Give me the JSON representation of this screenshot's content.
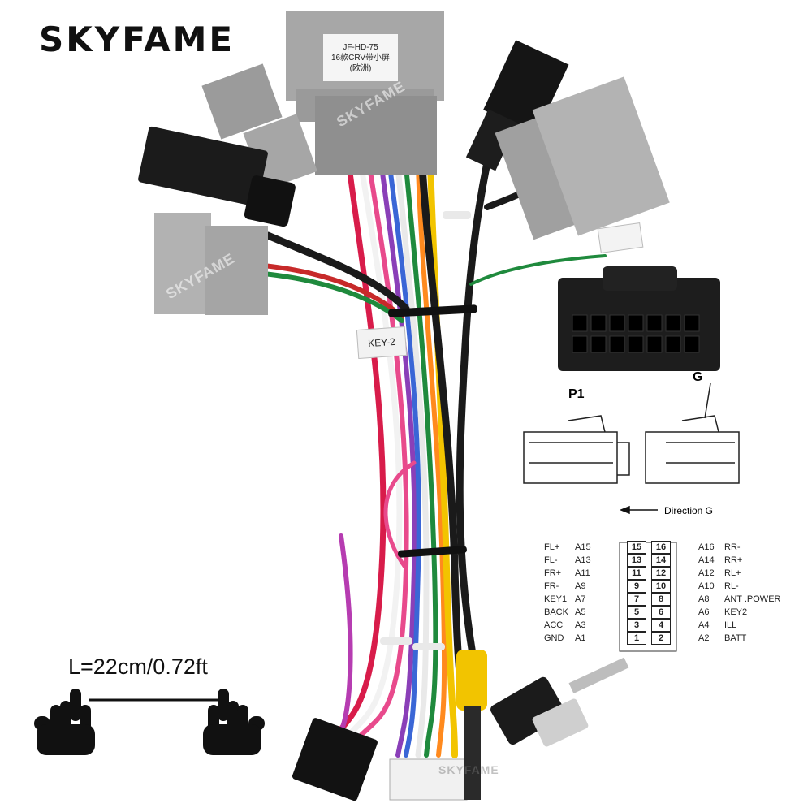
{
  "brand": "SKYFAME",
  "watermark": "SKYFAME",
  "length_label": "L=22cm/0.72ft",
  "key_tag": "KEY-2",
  "main_connector_label": [
    "JF-HD-75",
    "16款CRV带小屏",
    "(欧洲)"
  ],
  "p1_label": "P1",
  "g_label": "G",
  "direction_label": "Direction G",
  "pin_rows": [
    {
      "left_name": "FL+",
      "left_code": "A15",
      "left_pin": "15",
      "right_pin": "16",
      "right_code": "A16",
      "right_name": "RR-"
    },
    {
      "left_name": "FL-",
      "left_code": "A13",
      "left_pin": "13",
      "right_pin": "14",
      "right_code": "A14",
      "right_name": "RR+"
    },
    {
      "left_name": "FR+",
      "left_code": "A11",
      "left_pin": "11",
      "right_pin": "12",
      "right_code": "A12",
      "right_name": "RL+"
    },
    {
      "left_name": "FR-",
      "left_code": "A9",
      "left_pin": "9",
      "right_pin": "10",
      "right_code": "A10",
      "right_name": "RL-"
    },
    {
      "left_name": "KEY1",
      "left_code": "A7",
      "left_pin": "7",
      "right_pin": "8",
      "right_code": "A8",
      "right_name": "ANT .POWER"
    },
    {
      "left_name": "BACK",
      "left_code": "A5",
      "left_pin": "5",
      "right_pin": "6",
      "right_code": "A6",
      "right_name": "KEY2"
    },
    {
      "left_name": "ACC",
      "left_code": "A3",
      "left_pin": "3",
      "right_pin": "4",
      "right_code": "A4",
      "right_name": "ILL"
    },
    {
      "left_name": "GND",
      "left_code": "A1",
      "left_pin": "1",
      "right_pin": "2",
      "right_code": "A2",
      "right_name": "BATT"
    }
  ]
}
